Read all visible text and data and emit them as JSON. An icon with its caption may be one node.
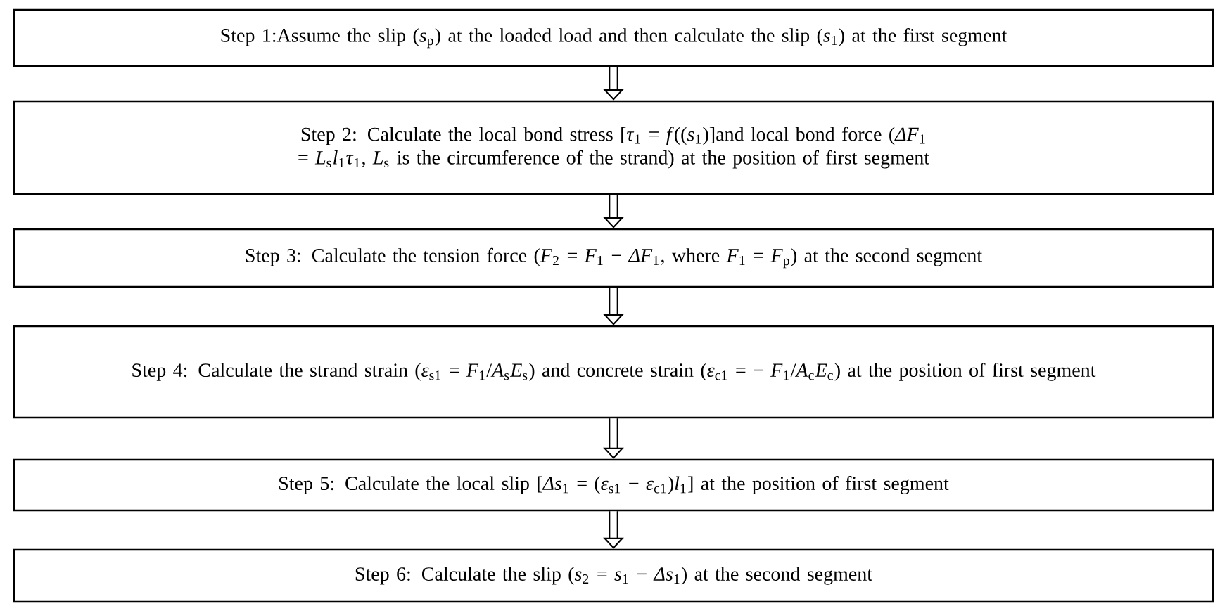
{
  "diagram": {
    "nodes": [
      {
        "text": [
          "Step 1:Assume the slip (*s*$_{p}$) at the loaded load and then calculate the slip (*s*$_{1}$) at the first segment"
        ]
      },
      {
        "text": [
          "Step 2: Calculate the local bond stress [*τ*$_{1}$ = *f*((*s*$_{1}$)]and local bond force (*ΔF*$_{1}$ = *L*$_{s}$*l*$_{1}$*τ*$_{1}$, *L*$_{s}$ is the circumference of the strand) at the position of first segment"
        ]
      },
      {
        "text": [
          "Step 3: Calculate the tension force (*F*$_{2}$ = *F*$_{1}$ − *ΔF*$_{1}$, where *F*$_{1}$ = *F*$_{p}$) at the second segment"
        ]
      },
      {
        "text": [
          "Step 4: Calculate the strand strain (*ε*$_{s1}$ = *F*$_{1}$/*A*$_{s}$*E*$_{s}$) and concrete strain (*ε*$_{c1}$ = − *F*$_{1}$/*A*$_{c}$*E*$_{c}$) at the position of first segment"
        ]
      },
      {
        "text": [
          "Step 5: Calculate the local slip [*Δs*$_{1}$ = (*ε*$_{s1}$ − *ε*$_{c1}$)*l*$_{1}$] at the position of first segment"
        ]
      },
      {
        "text": [
          "Step 6: Calculate the slip (*s*$_{2}$ = *s*$_{1}$ − *Δs*$_{1}$) at the second segment"
        ]
      }
    ],
    "edges": [
      {
        "from": 0,
        "to": 1,
        "arrow": "to"
      },
      {
        "from": 1,
        "to": 2,
        "arrow": "to"
      },
      {
        "from": 2,
        "to": 3,
        "arrow": "to"
      },
      {
        "from": 3,
        "to": 4,
        "arrow": "to"
      },
      {
        "from": 4,
        "to": 5,
        "arrow": "to"
      }
    ]
  }
}
